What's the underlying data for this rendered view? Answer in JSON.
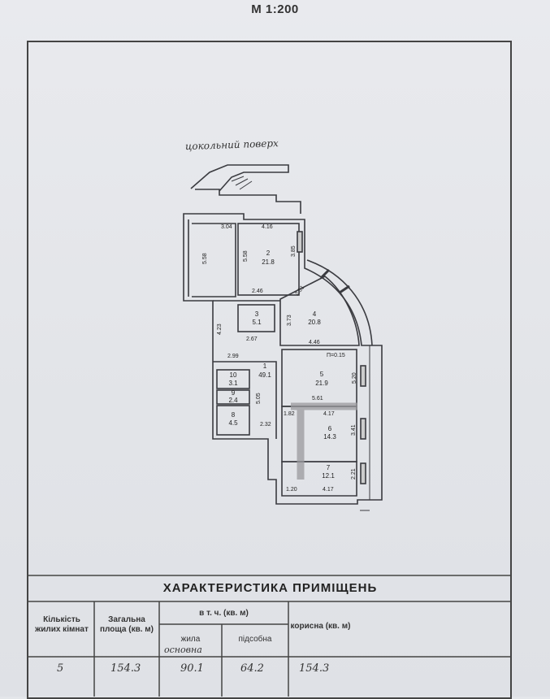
{
  "scale_label": "М 1:200",
  "floor_label": "цокольний поверх",
  "rooms": [
    {
      "num": "2",
      "area": "21.8"
    },
    {
      "num": "3",
      "area": "5.1"
    },
    {
      "num": "4",
      "area": "20.8"
    },
    {
      "num": "1",
      "area": "49.1"
    },
    {
      "num": "10",
      "area": "3.1"
    },
    {
      "num": "9",
      "area": "2.4"
    },
    {
      "num": "8",
      "area": "4.5"
    },
    {
      "num": "5",
      "area": "21.9"
    },
    {
      "num": "6",
      "area": "14.3"
    },
    {
      "num": "7",
      "area": "12.1"
    }
  ],
  "dimensions": [
    "3.04",
    "4.16",
    "5.58",
    "5.58",
    "3.85",
    "2.46",
    "2.51",
    "4.23",
    "3.73",
    "2.67",
    "4.46",
    "П=0.15",
    "2.99",
    "5.05",
    "5.20",
    "5.61",
    "4.17",
    "1.82",
    "2.32",
    "3.41",
    "1.20",
    "4.17",
    "2.21"
  ],
  "table": {
    "title": "ХАРАКТЕРИСТИКА  ПРИМІЩЕНЬ",
    "col_rooms": "Кількість жилих кімнат",
    "col_total": "Загальна площа (кв. м)",
    "col_incl": "в т. ч. (кв. м)",
    "col_living": "жила",
    "col_aux": "підсобна",
    "col_useful": "корисна (кв. м)",
    "hand_living_note": "основна",
    "row": {
      "rooms": "5",
      "total": "154.3",
      "living": "90.1",
      "aux": "64.2",
      "useful": "154.3"
    }
  }
}
